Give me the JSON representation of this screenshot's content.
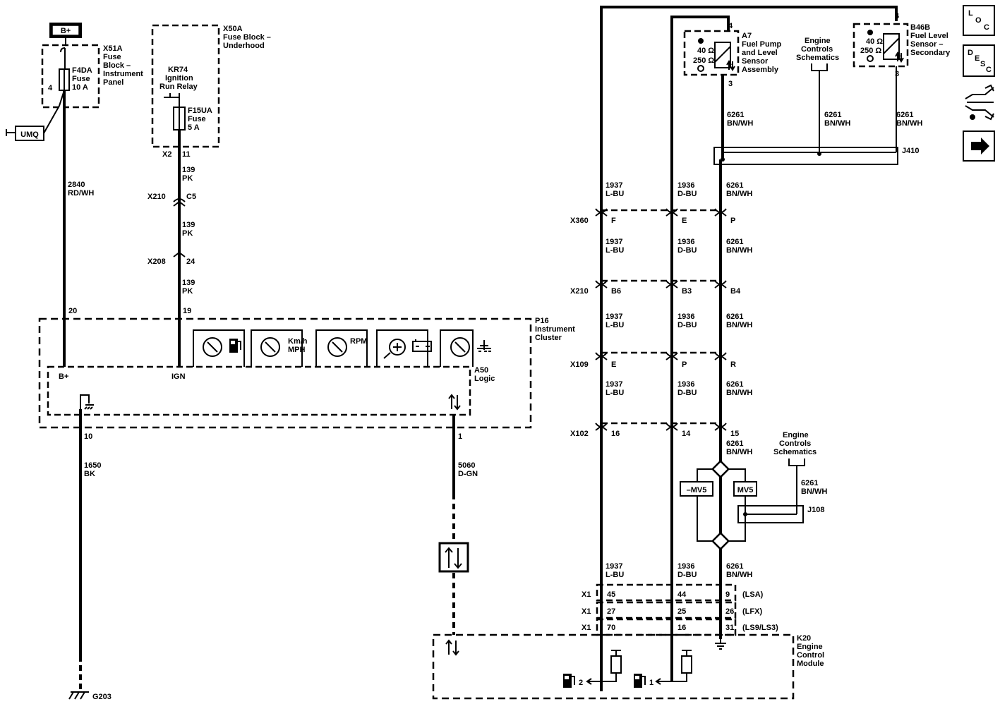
{
  "bplus": "B+",
  "umq": "UMQ",
  "fuse_block_ip": {
    "id": "X51A",
    "l1": "Fuse",
    "l2": "Block –",
    "l3": "Instrument",
    "l4": "Panel"
  },
  "fuse_f4da": {
    "id": "F4DA",
    "l1": "Fuse",
    "l2": "10 A",
    "pin": "4"
  },
  "fuse_block_uh": {
    "id": "X50A",
    "l1": "Fuse Block –",
    "l2": "Underhood"
  },
  "relay": {
    "id": "KR74",
    "l1": "Ignition",
    "l2": "Run Relay"
  },
  "fuse_f15ua": {
    "id": "F15UA",
    "l1": "Fuse",
    "l2": "5 A"
  },
  "x2": {
    "conn": "X2",
    "pin": "11"
  },
  "wire_2840": {
    "num": "2840",
    "color": "RD/WH"
  },
  "wire_139": {
    "num": "139",
    "color": "PK"
  },
  "x210_c5": {
    "conn": "X210",
    "pin": "C5"
  },
  "x208_24": {
    "conn": "X208",
    "pin": "24"
  },
  "pin20": "20",
  "pin19": "19",
  "cluster": {
    "id": "P16",
    "l1": "Instrument",
    "l2": "Cluster"
  },
  "logic": {
    "id": "A50",
    "l1": "Logic"
  },
  "b_plus_pin": "B+",
  "ign_pin": "IGN",
  "gauge_kmh": {
    "l1": "Km/h",
    "l2": "MPH"
  },
  "gauge_rpm": "RPM",
  "pin10": "10",
  "pin1": "1",
  "wire_1650": {
    "num": "1650",
    "color": "BK"
  },
  "wire_5060": {
    "num": "5060",
    "color": "D-GN"
  },
  "ground": "G203",
  "a7": {
    "id": "A7",
    "l1": "Fuel Pump",
    "l2": "and Level",
    "l3": "Sensor",
    "l4": "Assembly",
    "r1": "40 Ω",
    "r2": "250 Ω",
    "pin_top": "4",
    "pin_bot": "3"
  },
  "b46b": {
    "id": "B46B",
    "l1": "Fuel Level",
    "l2": "Sensor –",
    "l3": "Secondary",
    "r1": "40 Ω",
    "r2": "250 Ω",
    "pin_top": "4",
    "pin_bot": "3"
  },
  "ecs": {
    "l1": "Engine",
    "l2": "Controls",
    "l3": "Schematics"
  },
  "wire_6261": {
    "num": "6261",
    "color": "BN/WH"
  },
  "wire_1937": {
    "num": "1937",
    "color": "L-BU"
  },
  "wire_1936": {
    "num": "1936",
    "color": "D-BU"
  },
  "j410": "J410",
  "j108": "J108",
  "x360": {
    "conn": "X360",
    "p1": "F",
    "p2": "E",
    "p3": "P"
  },
  "x210b": {
    "conn": "X210",
    "p1": "B6",
    "p2": "B3",
    "p3": "B4"
  },
  "x109": {
    "conn": "X109",
    "p1": "E",
    "p2": "P",
    "p3": "R"
  },
  "x102": {
    "conn": "X102",
    "p1": "16",
    "p2": "14",
    "p3": "15"
  },
  "mv5_neg": "–MV5",
  "mv5": "MV5",
  "x1_lsa": {
    "conn": "X1",
    "p1": "45",
    "p2": "44",
    "p3": "9",
    "tag": "(LSA)"
  },
  "x1_lfx": {
    "conn": "X1",
    "p1": "27",
    "p2": "25",
    "p3": "26",
    "tag": "(LFX)"
  },
  "x1_ls": {
    "conn": "X1",
    "p1": "70",
    "p2": "16",
    "p3": "31",
    "tag": "(LS9/LS3)"
  },
  "ecm": {
    "id": "K20",
    "l1": "Engine",
    "l2": "Control",
    "l3": "Module"
  },
  "out2": "2",
  "out1": "1",
  "nav_loc": {
    "a": "L",
    "b": "O",
    "c": "C"
  },
  "nav_desc": {
    "a": "D",
    "b": "E",
    "c": "S",
    "d": "C"
  }
}
